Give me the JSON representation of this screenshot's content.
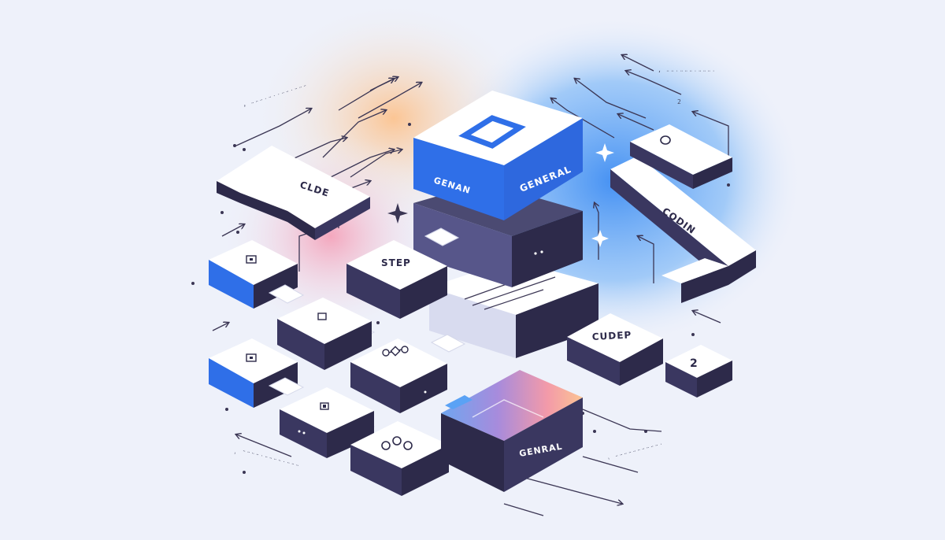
{
  "labels": {
    "clde": "CLDE",
    "genan": "GENAN",
    "general_top": "GENERAL",
    "codin": "CODIN",
    "step": "STEP",
    "cudep": "CUDEP",
    "two": "2",
    "general_bottom": "GENRAL"
  },
  "captions": {
    "top_left": "ʼ ̈ ̈ ̈ ̇ ̈ ̇ ̇ ̈ ̈ ̇ ̈ ̈ ̈",
    "top_right": "ʻ ̈ ̈ ̇ ̈ ̈ ̈ ̇ ̈ ̈ ̈ ̇",
    "right_two": "2",
    "bottom_left": "ˌ ̈ ̈ ̈ ̈ ̇ ̈ ̈ ̈ ̈ ̇ ̈ ̈ ̈",
    "bottom_right": "ˈ ̈ ̈ ̈ ̈ ̈ ̈ ̈ ̈ ̈ ̈ ̇"
  },
  "colors": {
    "background": "#eef1fa",
    "block_top": "#ffffff",
    "block_side": "#2d2a4a",
    "accent_blue": "#2f6fe8",
    "glow_blue": "#5aa2f5",
    "glow_orange": "#fbc493",
    "glow_pink": "#f6a3b8",
    "line": "#3b3654"
  },
  "icons": [
    "square-outline-icon",
    "small-square-icon",
    "node-link-icon",
    "circles-icon",
    "sparkle-icon",
    "arrow-icon"
  ]
}
